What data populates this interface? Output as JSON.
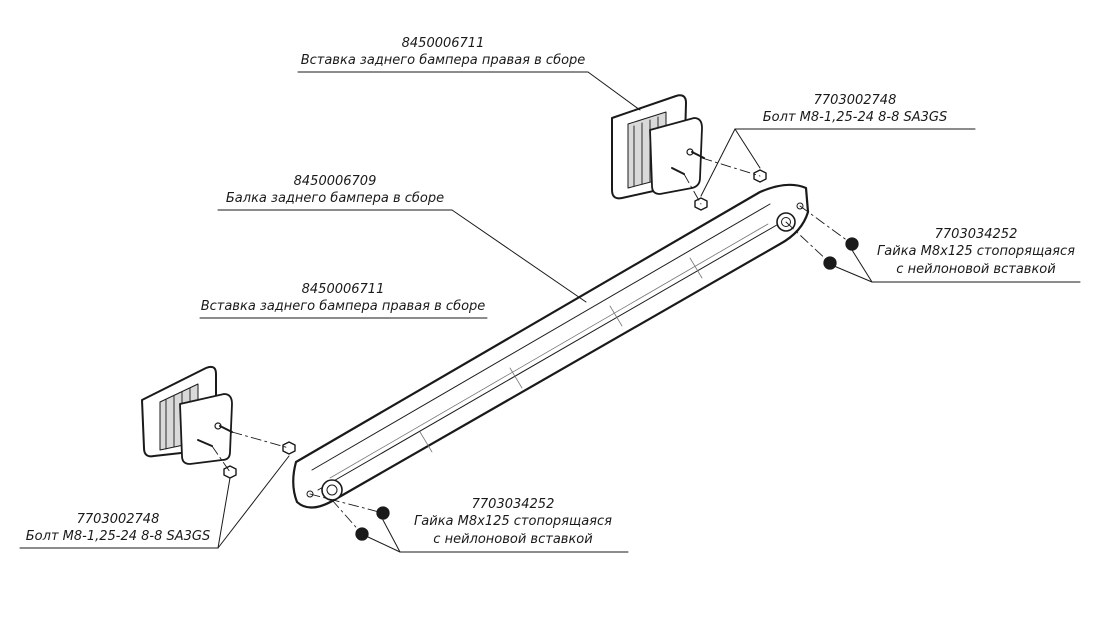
{
  "callouts": {
    "insert_right_top": {
      "part_number": "8450006711",
      "description": "Вставка заднего бампера правая в сборе"
    },
    "beam": {
      "part_number": "8450006709",
      "description": "Балка заднего бампера в сборе"
    },
    "insert_left": {
      "part_number": "8450006711",
      "description": "Вставка заднего бампера правая в сборе"
    },
    "bolt_right": {
      "part_number": "7703002748",
      "description": "Болт М8-1,25-24 8-8 SA3GS"
    },
    "nut_right": {
      "part_number": "7703034252",
      "description_line1": "Гайка М8х125 стопорящаяся",
      "description_line2": "с нейлоновой вставкой"
    },
    "bolt_left": {
      "part_number": "7703002748",
      "description": "Болт М8-1,25-24 8-8 SA3GS"
    },
    "nut_left": {
      "part_number": "7703034252",
      "description_line1": "Гайка М8х125 стопорящаяся",
      "description_line2": "с нейлоновой вставкой"
    }
  },
  "colors": {
    "line": "#1a1a1a",
    "fill": "#ffffff",
    "shade": "#d9d9d9"
  }
}
